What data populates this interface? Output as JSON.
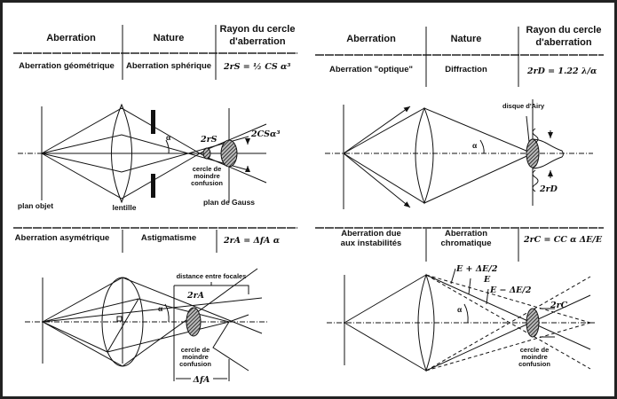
{
  "table_header": {
    "aberration": "Aberration",
    "nature": "Nature",
    "rayon_line1": "Rayon du cercle",
    "rayon_line2": "d'aberration"
  },
  "panels": {
    "spherical": {
      "aberration": "Aberration géométrique",
      "nature": "Aberration sphérique",
      "formula": "2rS = ½ CS α³",
      "labels": {
        "alpha": "α",
        "two_rs": "2rS",
        "two_cs_alpha3": "2CSα³",
        "circle_1": "cercle de",
        "circle_2": "moindre",
        "circle_3": "confusion",
        "object_plane": "plan objet",
        "lens": "lentille",
        "gauss_plane": "plan de Gauss"
      }
    },
    "diffraction": {
      "aberration": "Aberration \"optique\"",
      "nature": "Diffraction",
      "formula": "2rD = 1.22 λ/α",
      "labels": {
        "airy_disk": "disque d'Airy",
        "alpha": "α",
        "two_rd": "2rD"
      }
    },
    "astigmatism": {
      "aberration": "Aberration asymétrique",
      "nature": "Astigmatisme",
      "formula": "2rA = ΔfA α",
      "labels": {
        "focal_distance": "distance entre focales",
        "two_ra": "2rA",
        "alpha": "α",
        "circle_1": "cercle de",
        "circle_2": "moindre",
        "circle_3": "confusion",
        "delta_fa": "ΔfA"
      }
    },
    "chromatic": {
      "aberration_line1": "Aberration due",
      "aberration_line2": "aux instabilités",
      "nature_line1": "Aberration",
      "nature_line2": "chromatique",
      "formula": "2rC = CC α ΔE/E",
      "labels": {
        "e_plus": "E + ΔE/2",
        "e": "E",
        "e_minus": "E − ΔE/2",
        "alpha": "α",
        "two_rc": "2rC",
        "circle_1": "cercle de",
        "circle_2": "moindre",
        "circle_3": "confusion"
      }
    }
  }
}
